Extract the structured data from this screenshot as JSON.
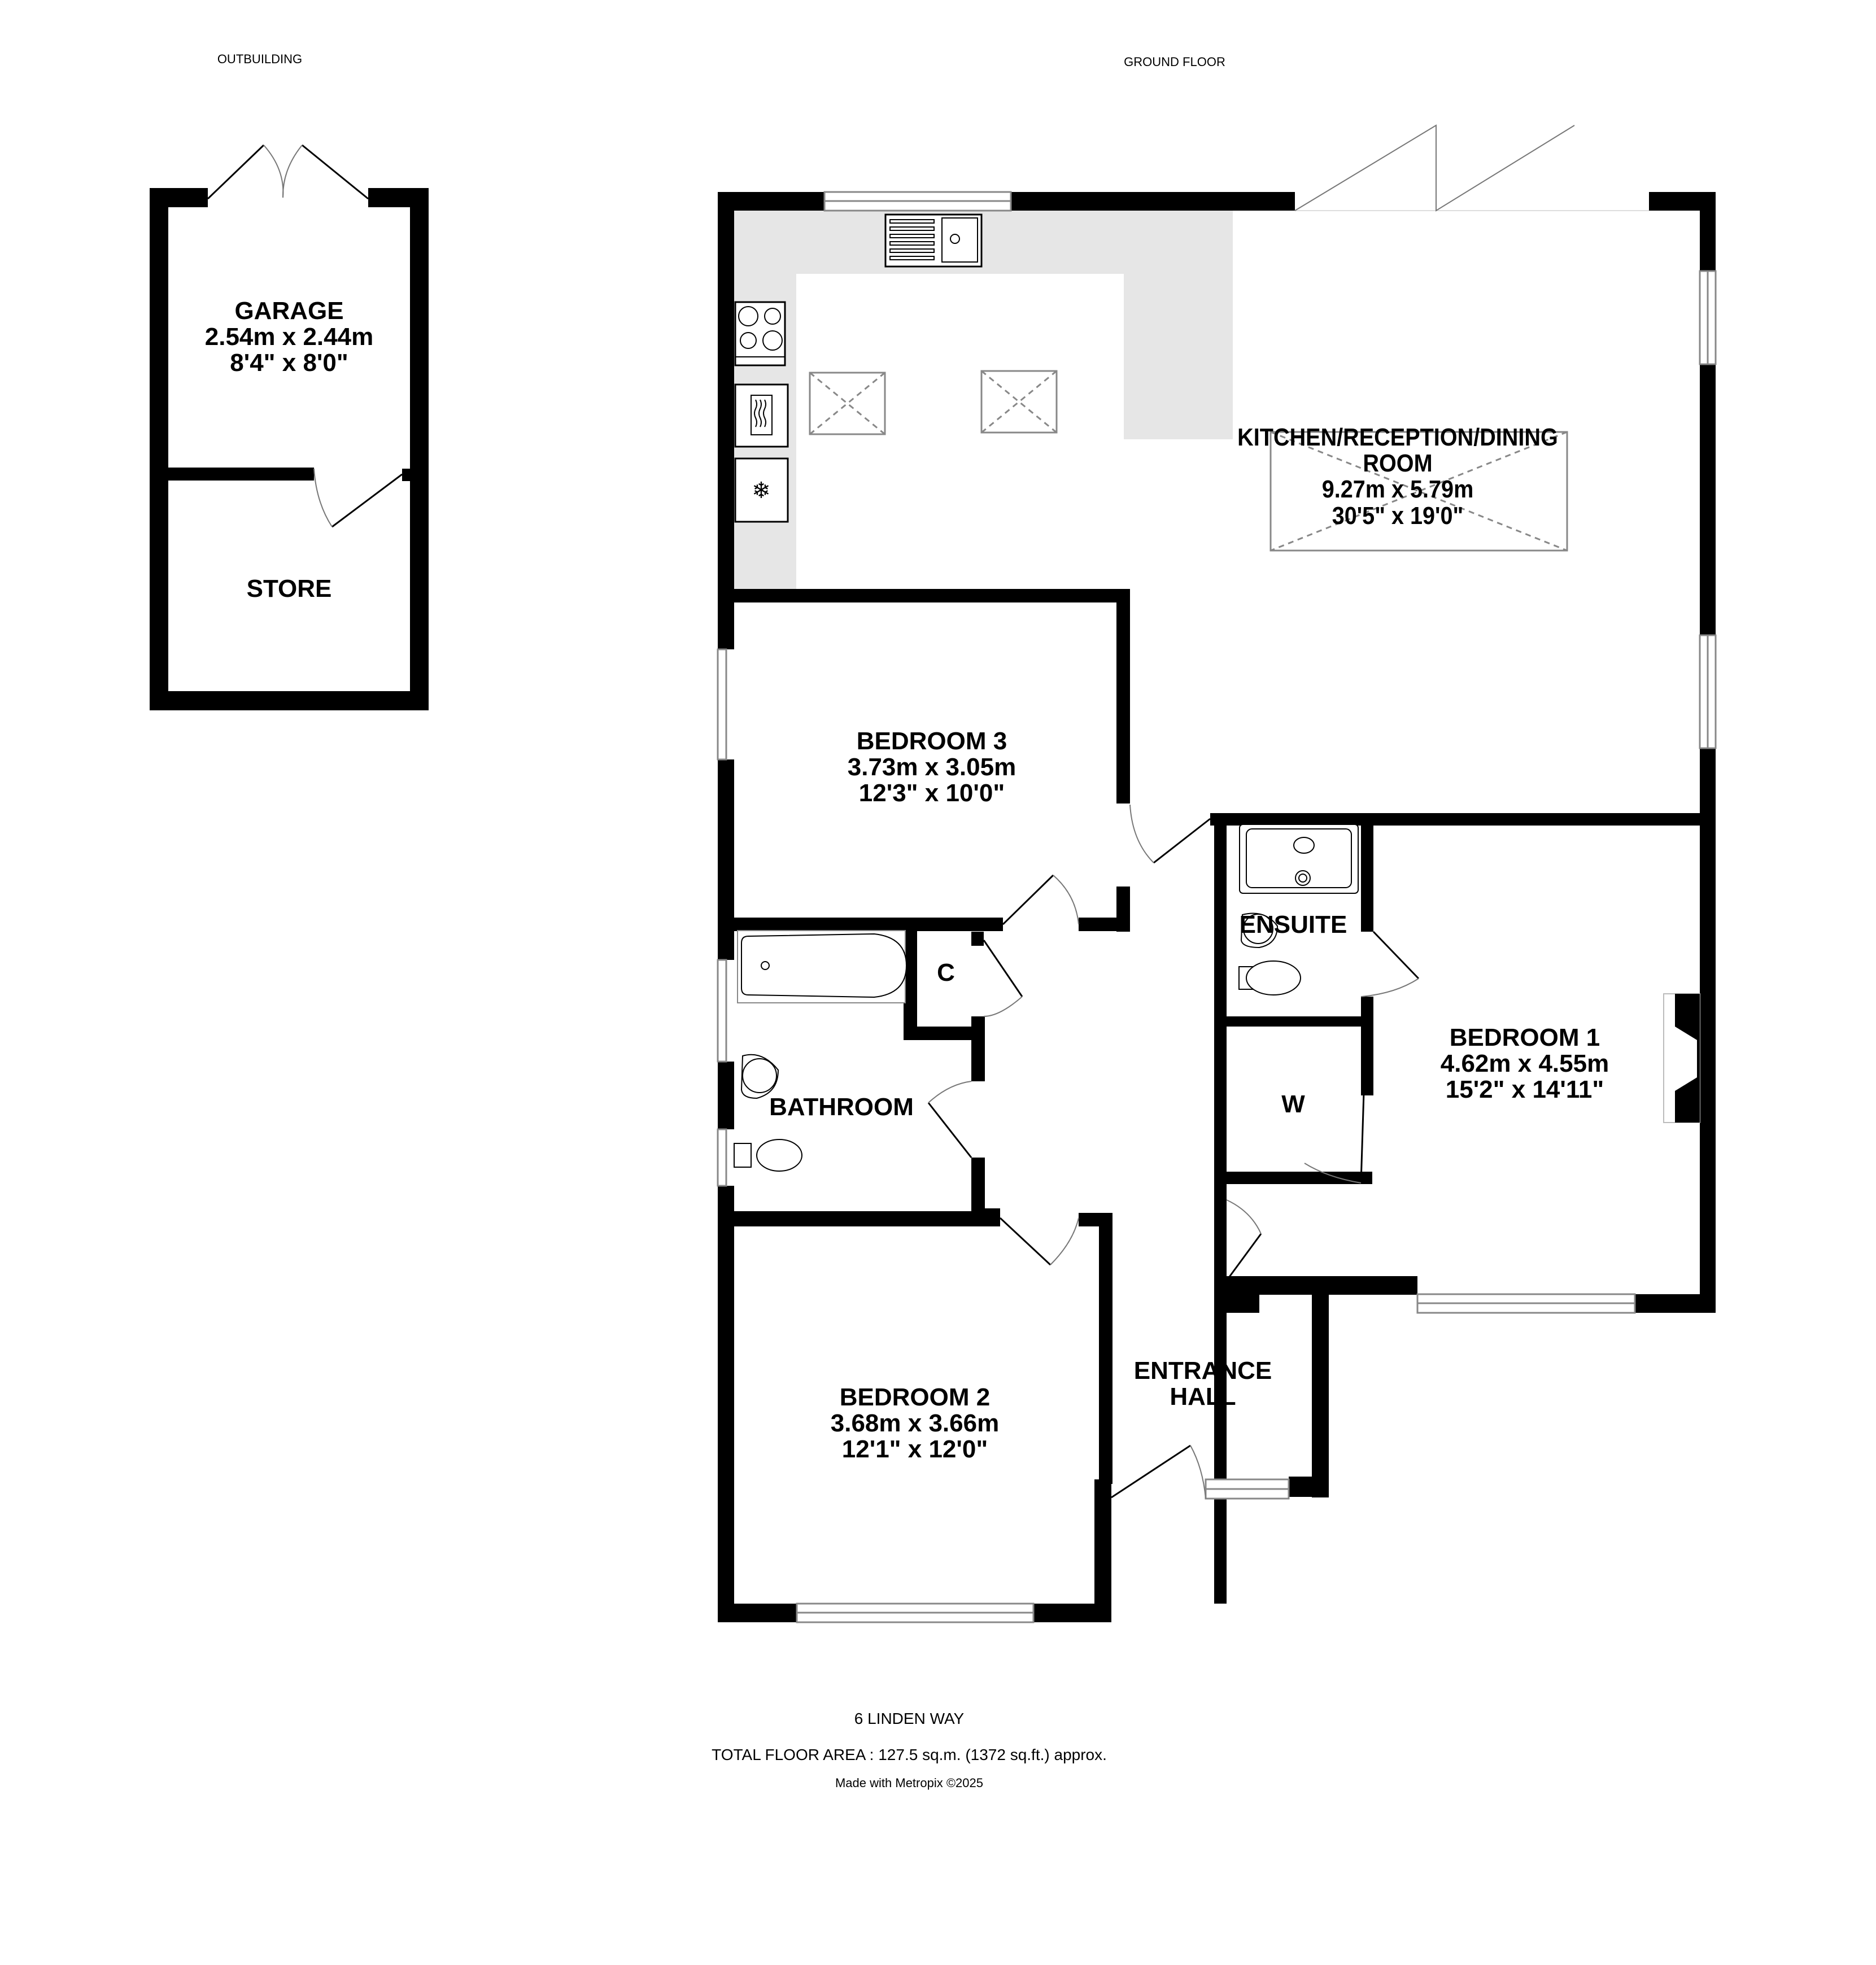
{
  "headers": {
    "outbuilding": "OUTBUILDING",
    "ground_floor": "GROUND FLOOR"
  },
  "outbuilding": {
    "rooms": [
      {
        "name": "GARAGE",
        "metric": "2.54m  x 2.44m",
        "imperial": "8'4\"  x 8'0\""
      },
      {
        "name": "STORE"
      }
    ]
  },
  "ground_floor": {
    "rooms": {
      "kitchen": {
        "name_line1": "KITCHEN/RECEPTION/DINING",
        "name_line2": "ROOM",
        "metric": "9.27m  x 5.79m",
        "imperial": "30'5\"  x 19'0\""
      },
      "bedroom3": {
        "name": "BEDROOM 3",
        "metric": "3.73m  x 3.05m",
        "imperial": "12'3\"  x 10'0\""
      },
      "bedroom1": {
        "name": "BEDROOM 1",
        "metric": "4.62m  x 4.55m",
        "imperial": "15'2\"  x 14'11\""
      },
      "bedroom2": {
        "name": "BEDROOM 2",
        "metric": "3.68m  x 3.66m",
        "imperial": "12'1\"  x 12'0\""
      },
      "bathroom": {
        "name": "BATHROOM"
      },
      "ensuite": {
        "name": "ENSUITE"
      },
      "cupboard": {
        "name": "C"
      },
      "wardrobe": {
        "name": "W"
      },
      "entrance": {
        "name_line1": "ENTRANCE",
        "name_line2": "HALL"
      }
    },
    "fixtures": [
      "sink-icon",
      "hob-icon",
      "oven-icon",
      "fridge-freezer-icon",
      "skylight-icon",
      "bath-icon",
      "basin-icon",
      "toilet-icon",
      "shower-tray-icon",
      "fireplace-icon",
      "bifold-door-icon",
      "window-icon",
      "door-swing-icon"
    ]
  },
  "footer": {
    "address": "6 LINDEN WAY",
    "total_area": "TOTAL FLOOR AREA : 127.5 sq.m. (1372 sq.ft.) approx.",
    "credit": "Made with Metropix ©2025"
  },
  "colors": {
    "wall": "#000000",
    "worktop": "#e6e6e6",
    "window": "#888888",
    "background": "#ffffff"
  }
}
